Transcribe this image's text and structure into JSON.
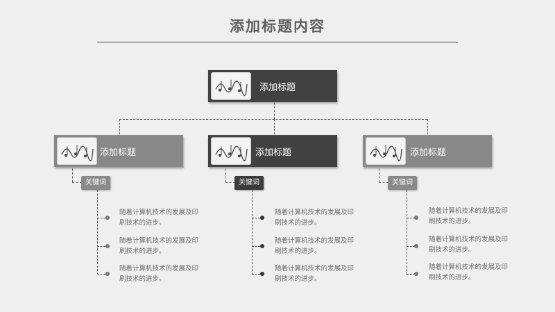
{
  "header": {
    "title": "添加标题内容"
  },
  "root": {
    "label": "添加标题"
  },
  "branches": [
    {
      "label": "添加标题",
      "keyword": "关键词",
      "items": [
        "随着计算机技术的发展及印刷技术的进步。",
        "随着计算机技术的发展及印刷技术的进步。",
        "随着计算机技术的发展及印刷技术的进步。"
      ]
    },
    {
      "label": "添加标题",
      "keyword": "关键词",
      "items": [
        "随着计算机技术的发展及印刷技术的进步。",
        "随着计算机技术的发展及印刷技术的进步。",
        "随着计算机技术的发展及印刷技术的进步。"
      ]
    },
    {
      "label": "添加标题",
      "keyword": "关键词",
      "items": [
        "随着计算机技术的发展及印刷技术的进步。",
        "随着计算机技术的发展及印刷技术的进步。",
        "随着计算机技术的发展及印刷技术的进步。"
      ]
    }
  ],
  "colors": {
    "background": "#efefef",
    "dark_box": "#414141",
    "light_box": "#888888"
  }
}
